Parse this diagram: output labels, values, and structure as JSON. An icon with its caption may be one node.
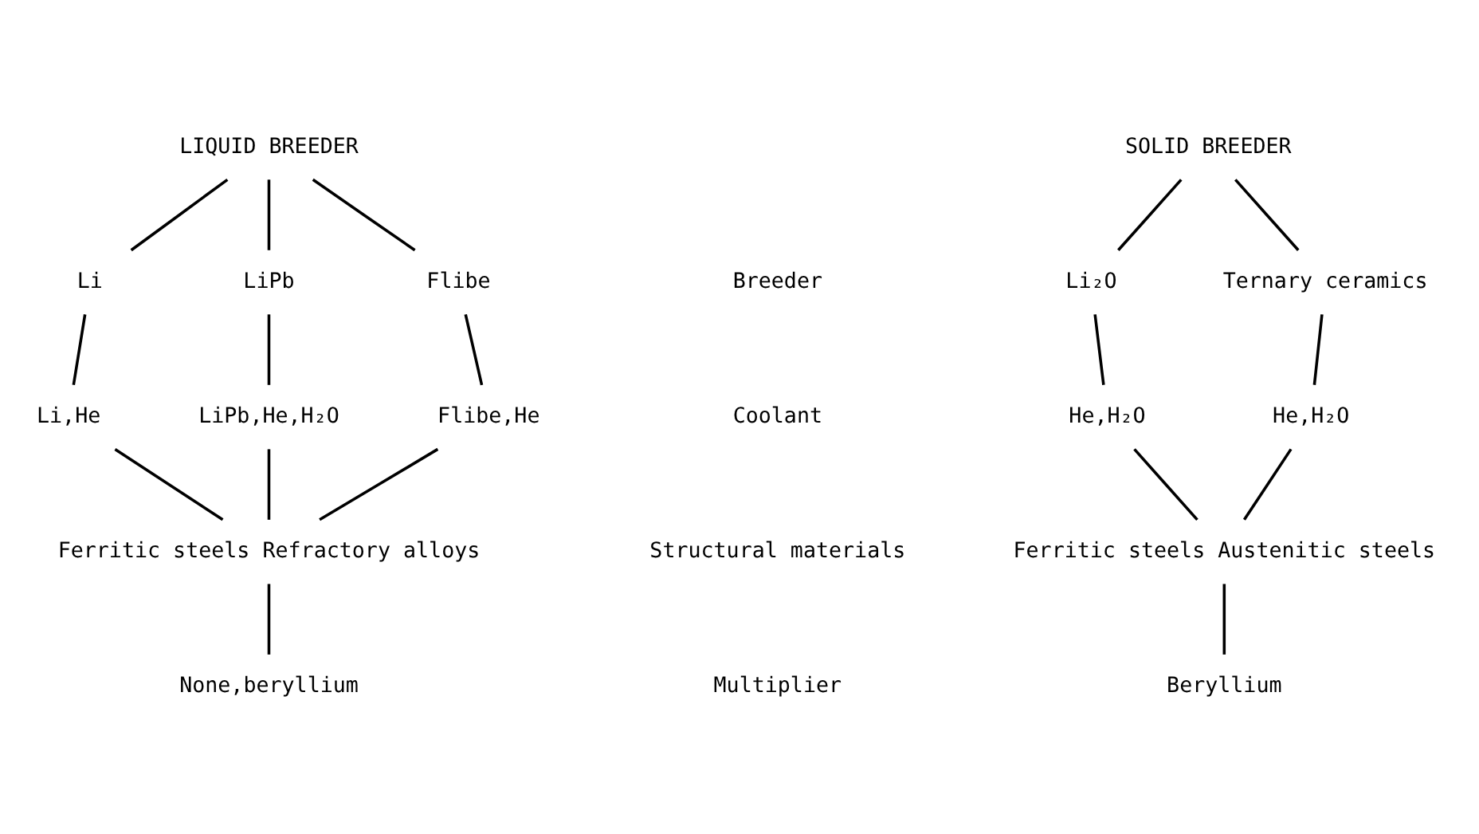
{
  "diagram": {
    "nodes": [
      {
        "text": [
          "LIQUID BREEDER"
        ]
      },
      {
        "text": [
          "Li"
        ]
      },
      {
        "text": [
          "LiPb"
        ]
      },
      {
        "text": [
          "Flibe"
        ]
      },
      {
        "text": [
          "Li,He"
        ]
      },
      {
        "text": [
          "LiPb,He,H₂O"
        ]
      },
      {
        "text": [
          "Flibe,He"
        ]
      },
      {
        "text": [
          "Ferritic steels Refractory alloys"
        ]
      },
      {
        "text": [
          "None,beryllium"
        ]
      },
      {
        "text": [
          "SOLID BREEDER"
        ]
      },
      {
        "text": [
          "Li₂O"
        ]
      },
      {
        "text": [
          "Ternary ceramics"
        ]
      },
      {
        "text": [
          "He,H₂O"
        ]
      },
      {
        "text": [
          "He,H₂O"
        ]
      },
      {
        "text": [
          "Ferritic steels Austenitic steels"
        ]
      },
      {
        "text": [
          "Beryllium"
        ]
      }
    ],
    "edges": [
      {
        "from": 0,
        "to": 1,
        "arrow": "none"
      },
      {
        "from": 0,
        "to": 2,
        "arrow": "none"
      },
      {
        "from": 0,
        "to": 3,
        "arrow": "none"
      },
      {
        "from": 1,
        "to": 4,
        "arrow": "none"
      },
      {
        "from": 2,
        "to": 5,
        "arrow": "none"
      },
      {
        "from": 3,
        "to": 6,
        "arrow": "none"
      },
      {
        "from": 4,
        "to": 7,
        "arrow": "none"
      },
      {
        "from": 5,
        "to": 7,
        "arrow": "none"
      },
      {
        "from": 6,
        "to": 7,
        "arrow": "none"
      },
      {
        "from": 7,
        "to": 8,
        "arrow": "none"
      },
      {
        "from": 9,
        "to": 10,
        "arrow": "none"
      },
      {
        "from": 9,
        "to": 11,
        "arrow": "none"
      },
      {
        "from": 10,
        "to": 12,
        "arrow": "none"
      },
      {
        "from": 11,
        "to": 13,
        "arrow": "none"
      },
      {
        "from": 12,
        "to": 14,
        "arrow": "none"
      },
      {
        "from": 13,
        "to": 14,
        "arrow": "none"
      },
      {
        "from": 14,
        "to": 15,
        "arrow": "none"
      }
    ],
    "labels": [
      "Breeder",
      "Coolant",
      "Structural materials",
      "Multiplier"
    ]
  }
}
